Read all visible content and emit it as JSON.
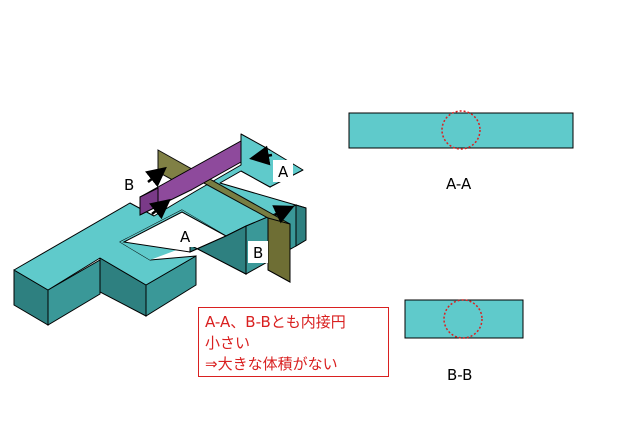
{
  "diagram": {
    "model_labels": {
      "section_a_upper": "A",
      "section_a_lower": "A",
      "section_b_left": "B",
      "section_b_lower": "B"
    },
    "sections": [
      {
        "id": "aa",
        "caption": "A-A"
      },
      {
        "id": "bb",
        "caption": "B-B"
      }
    ],
    "note": {
      "lines": [
        "A-A、B-Bとも内接円",
        "小さい",
        "⇒大きな体積がない"
      ]
    },
    "colors": {
      "solid_top": "#5fcacb",
      "solid_front": "#2e8080",
      "solid_side": "#3a9898",
      "outline": "#000000",
      "plane_a": "#7a7a3c",
      "plane_b": "#8e4a9c",
      "inscribed_circle": "#d92020",
      "note_border": "#d92020",
      "note_text": "#d92020"
    }
  }
}
